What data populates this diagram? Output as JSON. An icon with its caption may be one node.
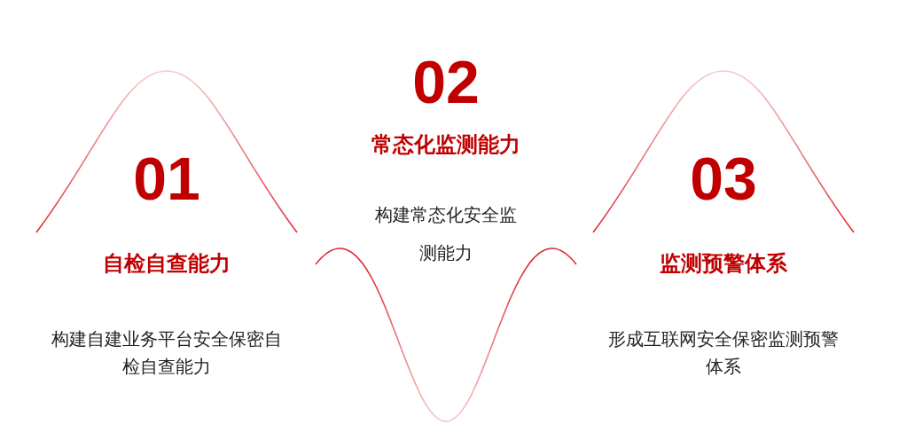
{
  "diagram": {
    "nodes": [
      {
        "text": [
          "01",
          "自检自查能力",
          "构建自建业务平台安全保密自检自查能力"
        ]
      },
      {
        "text": [
          "02",
          "常态化监测能力",
          "构建常态化安全监测能力"
        ]
      },
      {
        "text": [
          "03",
          "监测预警体系",
          "形成互联网安全保密监测预警体系"
        ]
      }
    ],
    "edges": []
  }
}
